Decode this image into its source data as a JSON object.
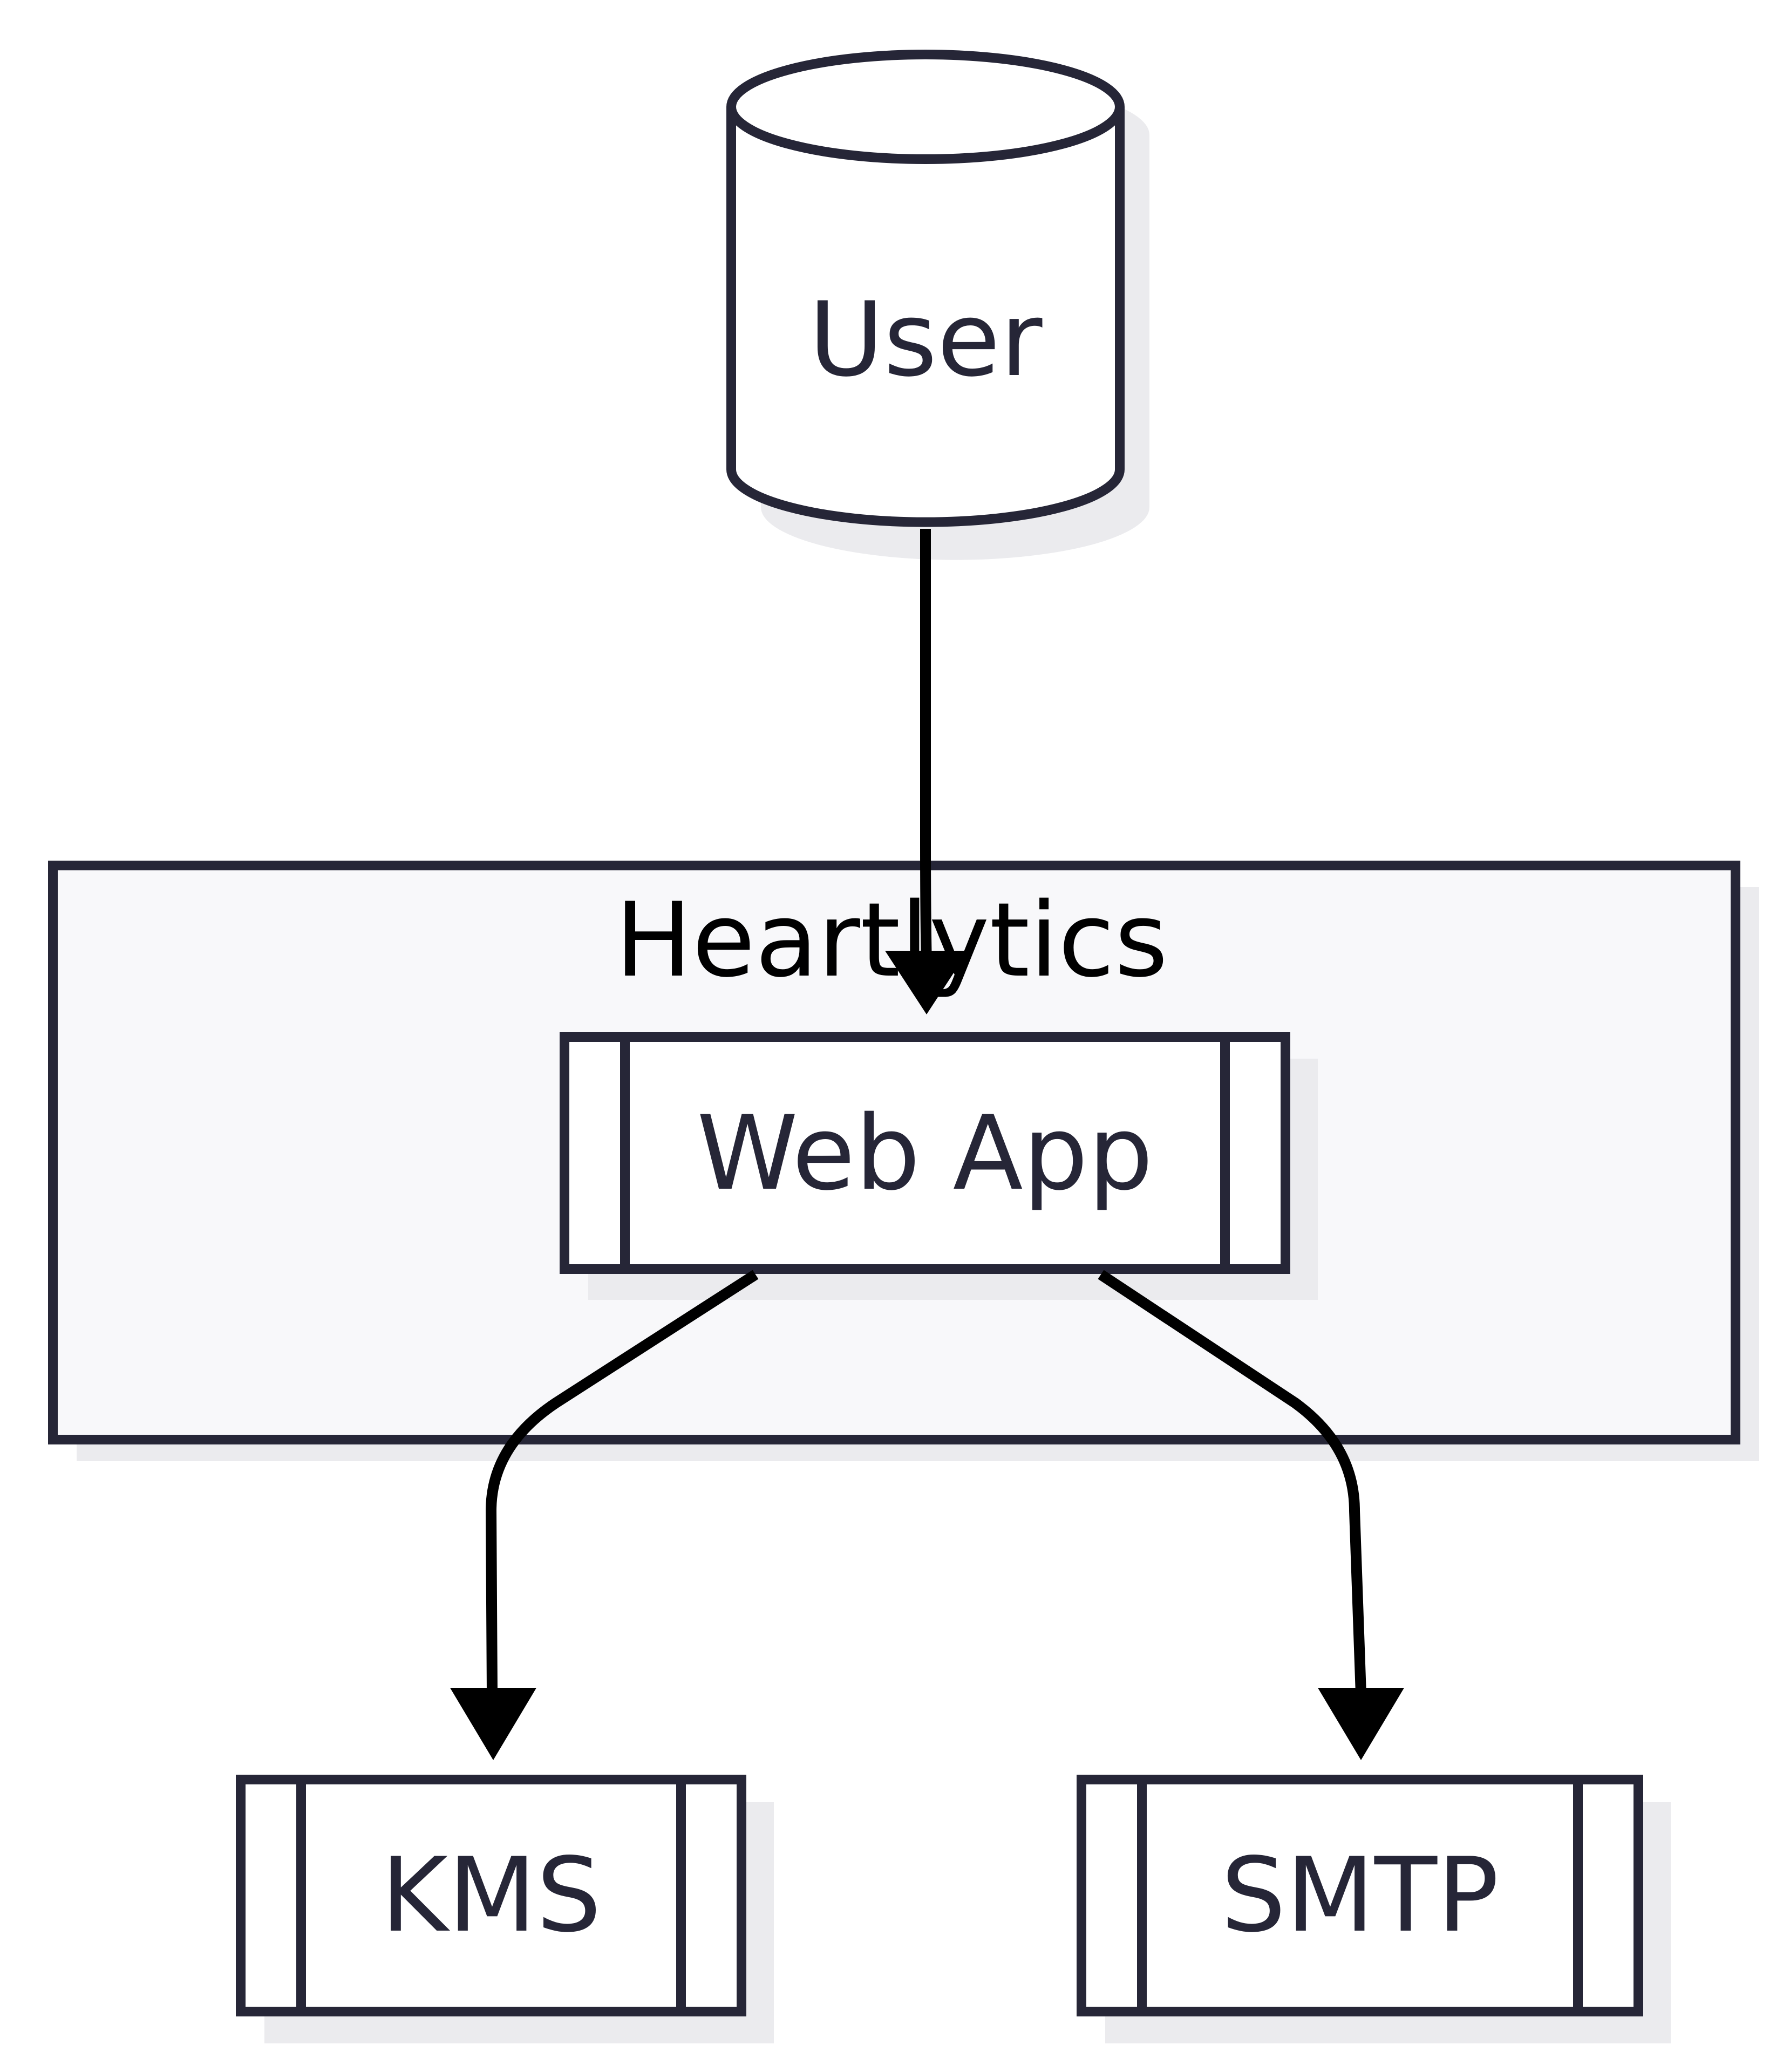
{
  "diagram": {
    "nodes": {
      "user": {
        "label": "User",
        "shape": "cylinder"
      },
      "web_app": {
        "label": "Web App",
        "shape": "subroutine"
      },
      "kms": {
        "label": "KMS",
        "shape": "subroutine"
      },
      "smtp": {
        "label": "SMTP",
        "shape": "subroutine"
      }
    },
    "group": {
      "label": "Heartlytics"
    },
    "edges": [
      {
        "from": "User",
        "to": "Web App"
      },
      {
        "from": "Web App",
        "to": "KMS"
      },
      {
        "from": "Web App",
        "to": "SMTP"
      }
    ],
    "colors": {
      "stroke": "#262637",
      "group_fill": "#F8F8FA",
      "shadow": "#EBEBEE",
      "arrow": "#000000"
    }
  }
}
